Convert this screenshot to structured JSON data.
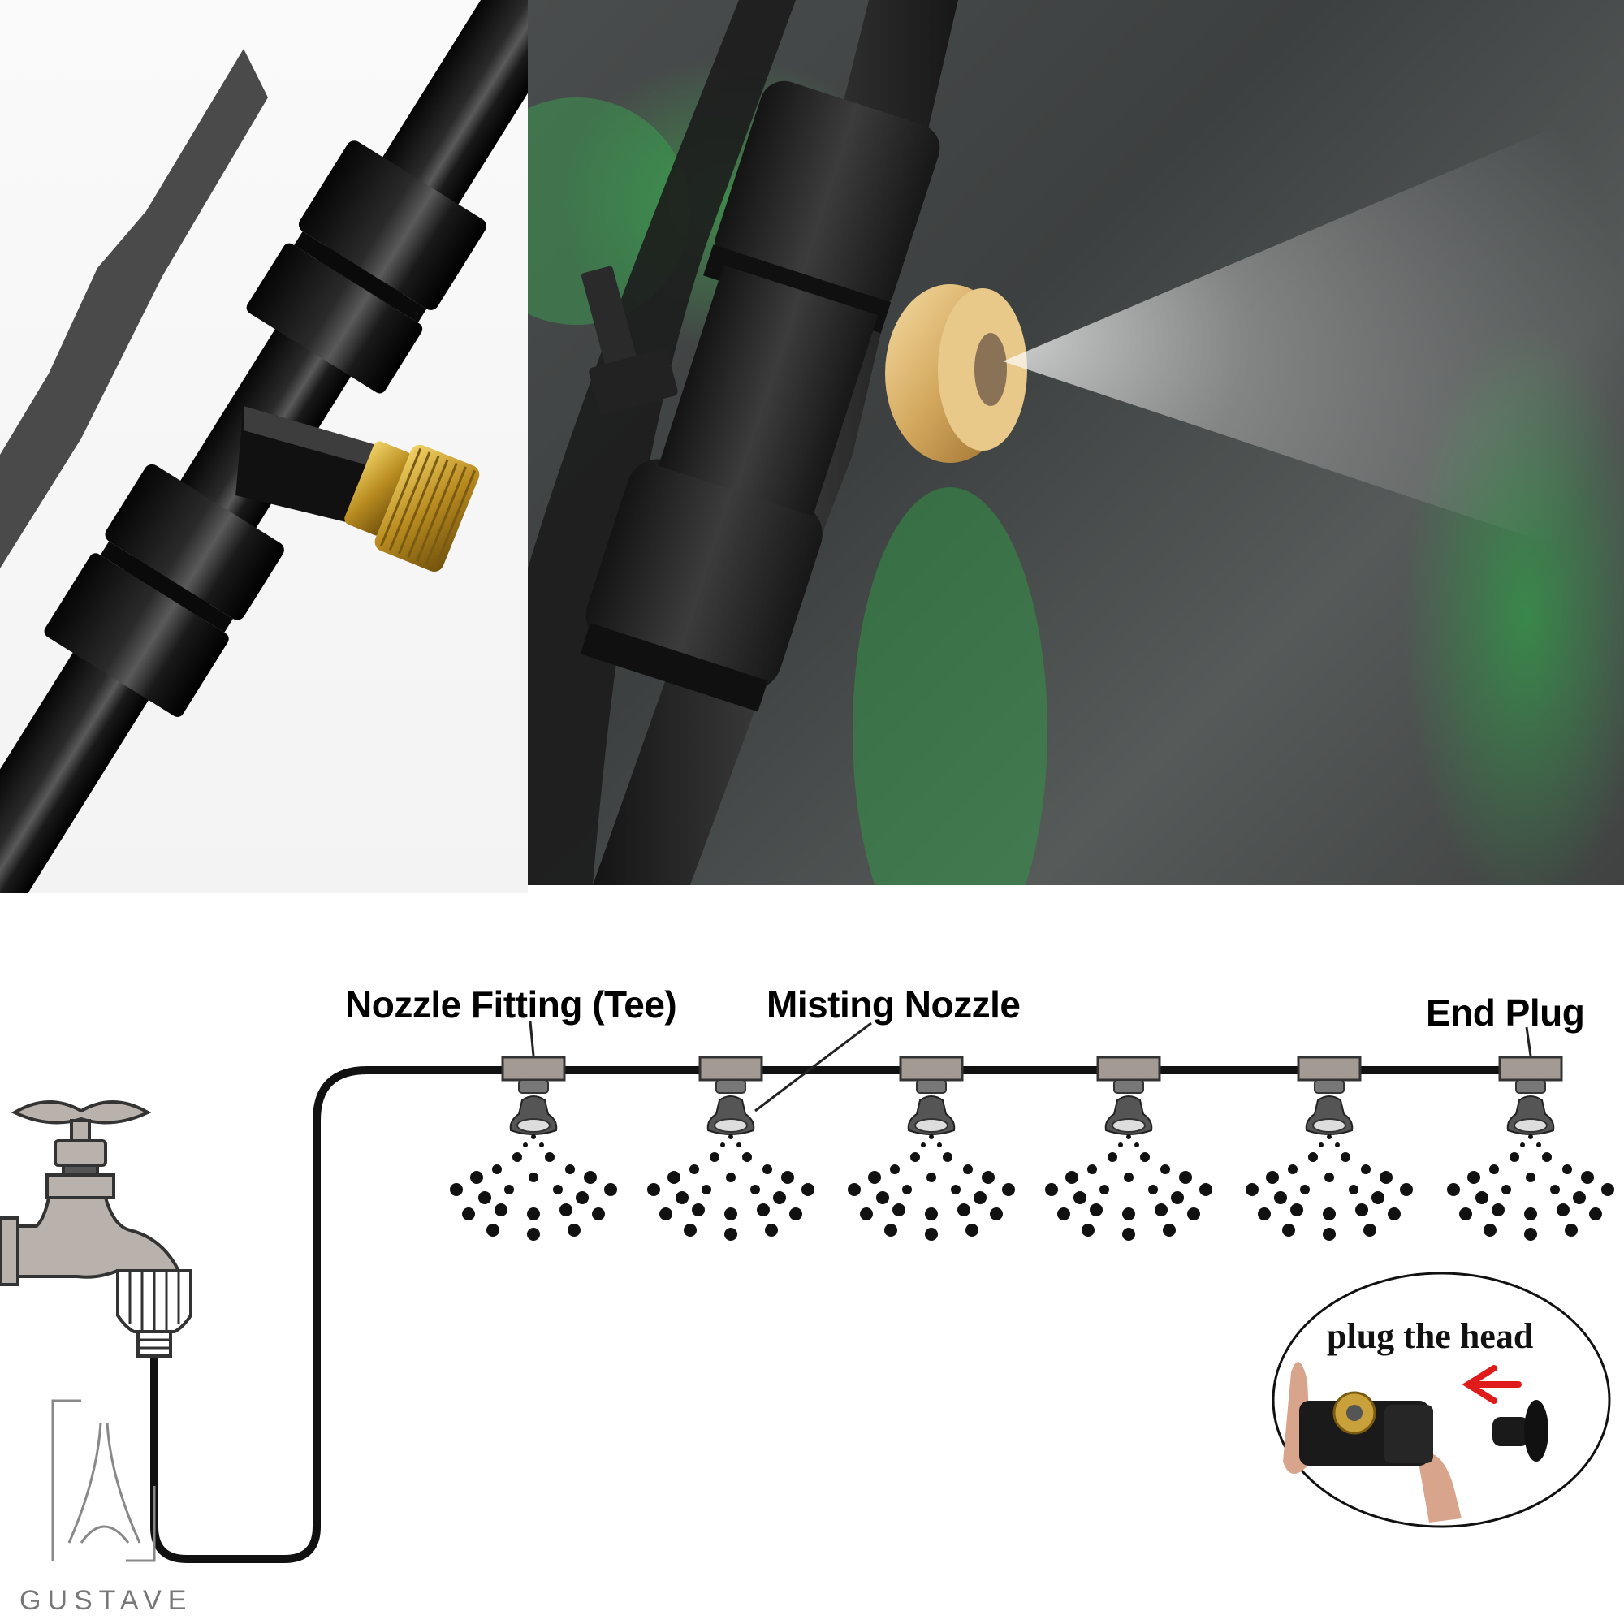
{
  "diagram": {
    "labels": {
      "tee": "Nozzle Fitting (Tee)",
      "nozzle": "Misting Nozzle",
      "end_plug": "End Plug"
    },
    "callout": {
      "text": "plug the head"
    },
    "nozzle_count": 6,
    "colors": {
      "fitting": "#a39a93",
      "tubing": "#111111",
      "brass": "#c9a13a",
      "arrow": "#e01b1b",
      "faucet": "#b9b1ab"
    }
  },
  "branding": {
    "name": "GUSTAVE"
  },
  "photos": {
    "left_caption": "",
    "right_caption": ""
  }
}
